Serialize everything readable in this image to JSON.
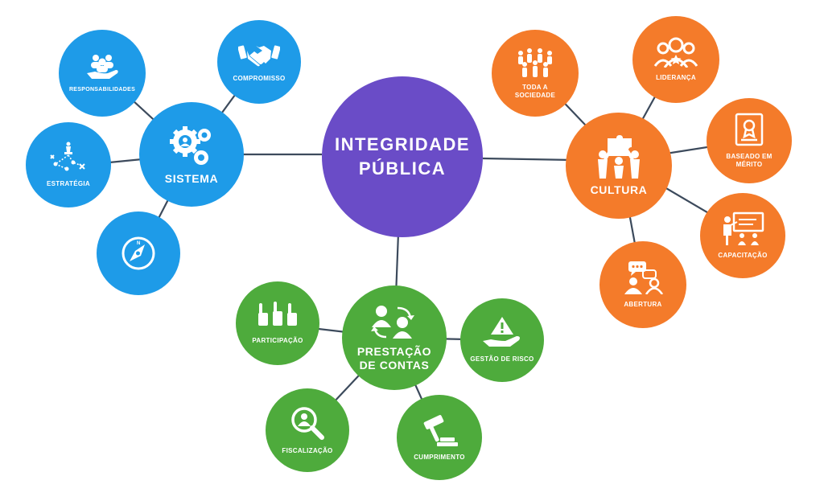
{
  "center": {
    "label": "INTEGRIDADE\nPÚBLICA"
  },
  "sistema": {
    "label": "SISTEMA",
    "children": {
      "responsabilidades": "RESPONSABILIDADES",
      "compromisso": "COMPROMISSO",
      "estrategia": "ESTRATÉGIA",
      "compass": ""
    }
  },
  "cultura": {
    "label": "CULTURA",
    "children": {
      "toda_sociedade": "TODA A\nSOCIEDADE",
      "lideranca": "LIDERANÇA",
      "merito": "BASEADO EM\nMÉRITO",
      "capacitacao": "CAPACITAÇÃO",
      "abertura": "ABERTURA"
    }
  },
  "prestacao": {
    "label": "PRESTAÇÃO\nDE CONTAS",
    "children": {
      "participacao": "PARTICIPAÇÃO",
      "gestao_risco": "GESTÃO DE RISCO",
      "fiscalizacao": "FISCALIZAÇÃO",
      "cumprimento": "CUMPRIMENTO"
    }
  },
  "colors": {
    "blue": "#1e9be8",
    "orange": "#f47b2a",
    "green": "#4eab3c",
    "purple": "#6a4cc7",
    "line": "#3c4a5c"
  }
}
